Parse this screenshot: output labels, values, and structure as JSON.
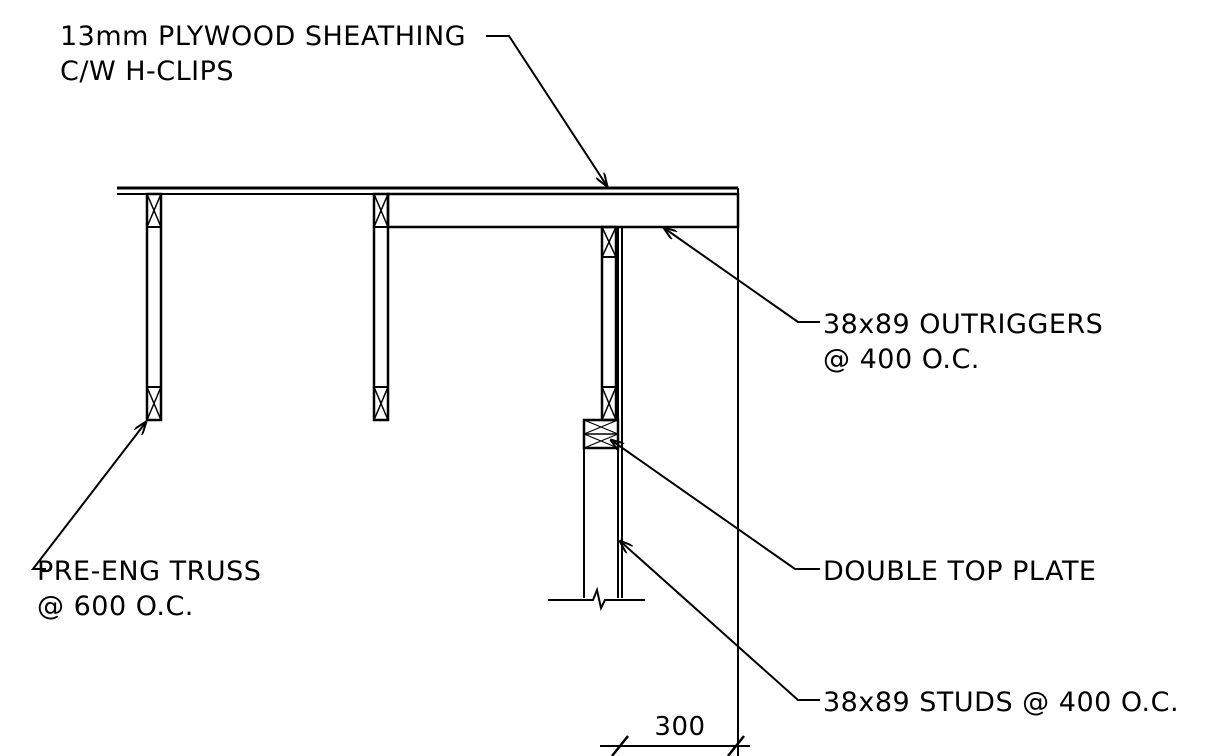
{
  "labels": {
    "sheathing_line1": "13mm PLYWOOD SHEATHING",
    "sheathing_line2": "C/W H-CLIPS",
    "outriggers_line1": "38x89 OUTRIGGERS",
    "outriggers_line2": "@ 400 O.C.",
    "truss_line1": "PRE-ENG TRUSS",
    "truss_line2": "@ 600 O.C.",
    "top_plate": "DOUBLE TOP PLATE",
    "studs": "38x89 STUDS @ 400 O.C.",
    "dimension": "300"
  }
}
